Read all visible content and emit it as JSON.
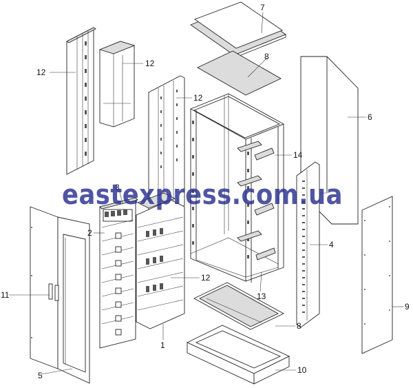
{
  "watermark": {
    "text": "eastexpress.com.ua",
    "color": "#2a2f8f"
  },
  "callouts": [
    {
      "id": "c7",
      "text": "7"
    },
    {
      "id": "c8a",
      "text": "8"
    },
    {
      "id": "c6",
      "text": "6"
    },
    {
      "id": "c12a",
      "text": "12"
    },
    {
      "id": "c12b",
      "text": "12"
    },
    {
      "id": "c12c",
      "text": "12"
    },
    {
      "id": "c14",
      "text": "14"
    },
    {
      "id": "c3",
      "text": "3"
    },
    {
      "id": "c2",
      "text": "2"
    },
    {
      "id": "c4",
      "text": "4"
    },
    {
      "id": "c11",
      "text": "11"
    },
    {
      "id": "c12d",
      "text": "12"
    },
    {
      "id": "c13",
      "text": "13"
    },
    {
      "id": "c9",
      "text": "9"
    },
    {
      "id": "c8b",
      "text": "8"
    },
    {
      "id": "c1",
      "text": "1"
    },
    {
      "id": "c5",
      "text": "5"
    },
    {
      "id": "c10",
      "text": "10"
    }
  ]
}
